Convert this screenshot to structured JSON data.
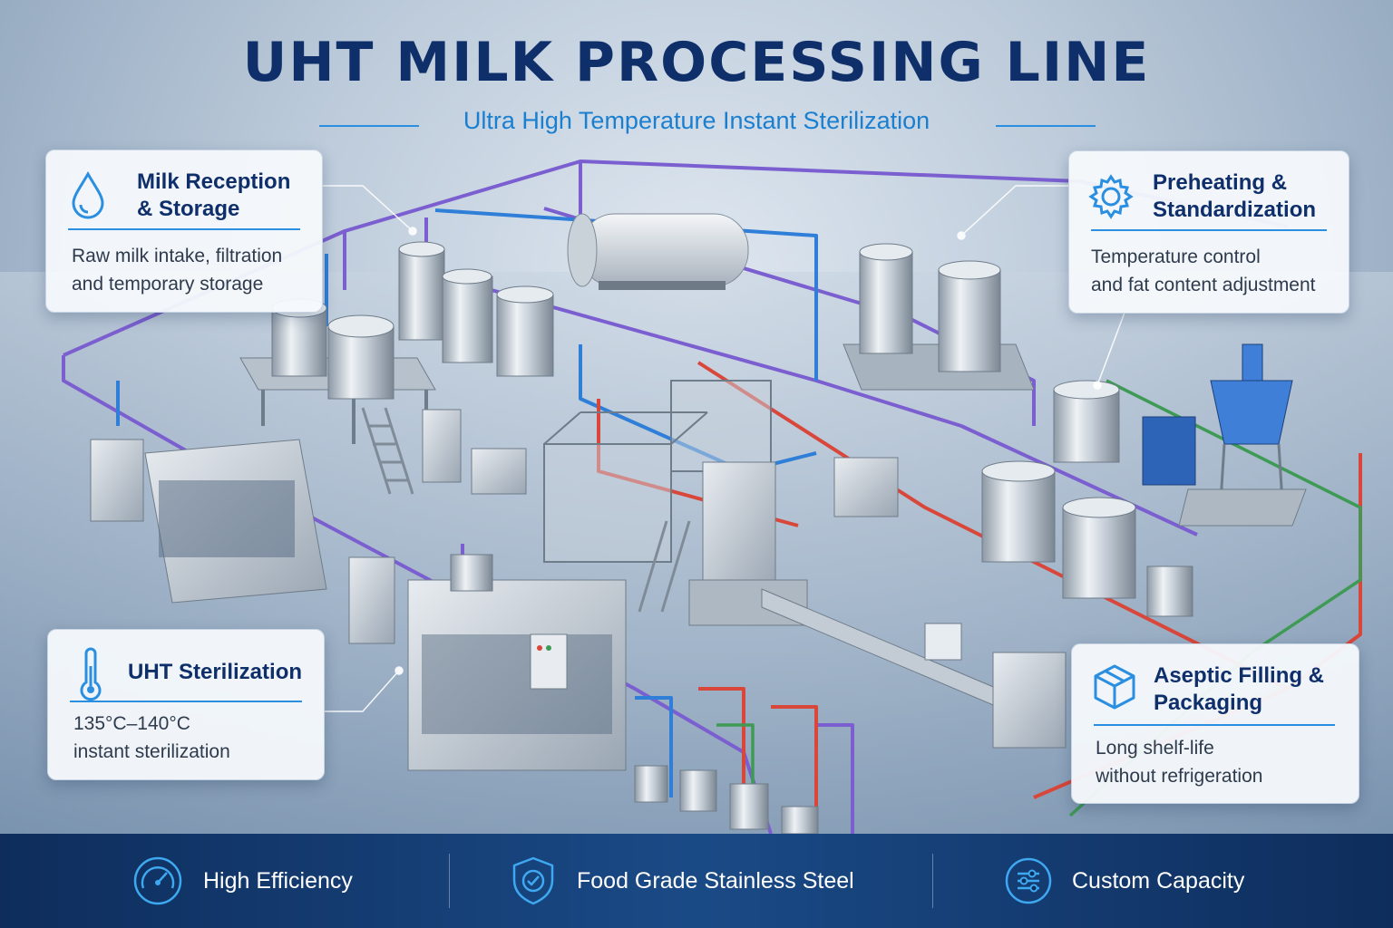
{
  "header": {
    "title": "UHT MILK PROCESSING LINE",
    "subtitle": "Ultra High Temperature Instant Sterilization"
  },
  "cards": [
    {
      "id": "reception",
      "icon": "water-drop-icon",
      "title_line1": "Milk Reception",
      "title_line2": "& Storage",
      "desc_line1": "Raw milk intake, filtration",
      "desc_line2": "and temporary storage"
    },
    {
      "id": "preheating",
      "icon": "gear-icon",
      "title_line1": "Preheating &",
      "title_line2": "Standardization",
      "desc_line1": "Temperature control",
      "desc_line2": "and fat content adjustment"
    },
    {
      "id": "sterilization",
      "icon": "thermometer-icon",
      "title_line1": "UHT Sterilization",
      "title_line2": "",
      "desc_line1": "135°C–140°C",
      "desc_line2": "instant sterilization"
    },
    {
      "id": "filling",
      "icon": "cube-icon",
      "title_line1": "Aseptic Filling &",
      "title_line2": "Packaging",
      "desc_line1": "Long shelf-life",
      "desc_line2": "without refrigeration"
    }
  ],
  "footer": [
    {
      "icon": "speedometer-icon",
      "label": "High Efficiency"
    },
    {
      "icon": "shield-check-icon",
      "label": "Food Grade Stainless Steel"
    },
    {
      "icon": "sliders-icon",
      "label": "Custom Capacity"
    }
  ],
  "colors": {
    "title": "#0f2f6b",
    "accent": "#2a8fe0",
    "footer_bg": "#0e2d5c",
    "pipe_purple": "#7b5fd0",
    "pipe_red": "#d9463a",
    "pipe_blue": "#2f7fd8",
    "pipe_green": "#3f9a55"
  }
}
